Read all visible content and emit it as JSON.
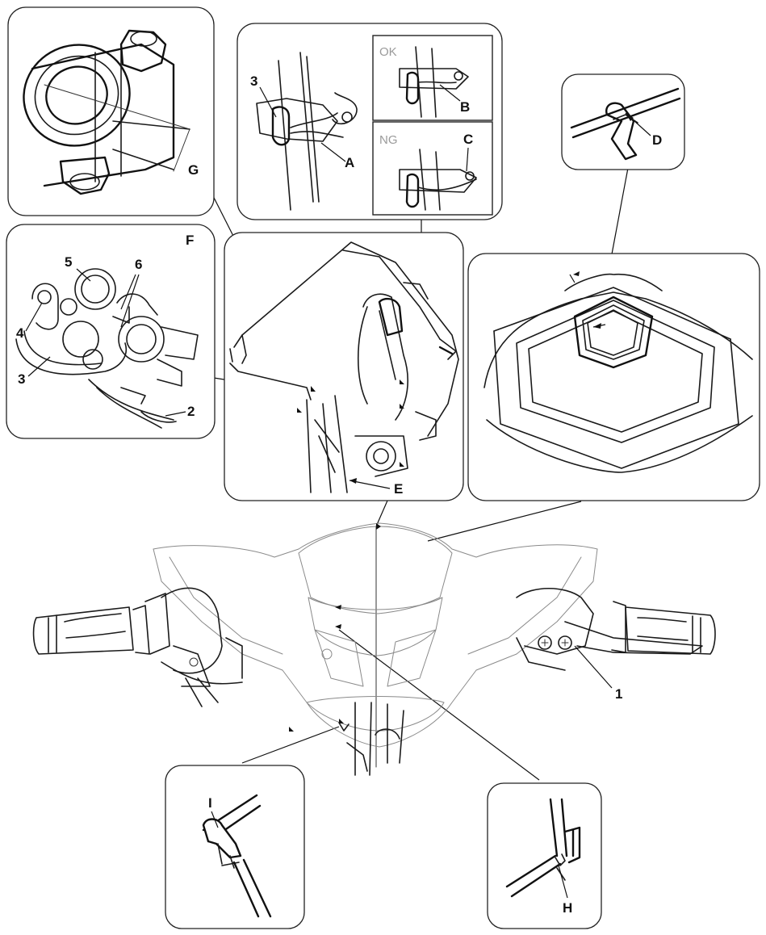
{
  "callouts": {
    "one": "1",
    "two": "2",
    "three": "3",
    "four": "4",
    "five": "5",
    "six": "6",
    "a": "A",
    "b": "B",
    "c": "C",
    "d": "D",
    "e": "E",
    "f": "F",
    "g": "G",
    "h": "H",
    "i": "I"
  },
  "status": {
    "ok": "OK",
    "ng": "NG"
  },
  "colors": {
    "ink": "#1a1a1a",
    "faint": "#8a8a8a",
    "background": "#ffffff"
  }
}
